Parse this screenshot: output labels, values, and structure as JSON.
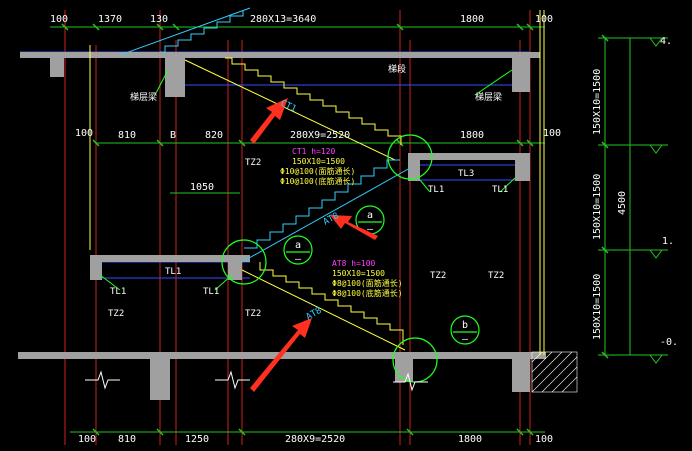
{
  "dims_top": [
    "100",
    "1370",
    "130",
    "280X13=3640",
    "1800",
    "100"
  ],
  "dims_mid": [
    "100",
    "810",
    "B",
    "820",
    "280X9=2520",
    "1800",
    "100"
  ],
  "dims_bottom": [
    "100",
    "810",
    "1250",
    "280X9=2520",
    "1800",
    "100"
  ],
  "dim_1050": "1050",
  "vertical_dims": [
    "150X10=1500",
    "150X10=1500",
    "150X10=1500",
    "4500"
  ],
  "level_marks": [
    "4.",
    "1.",
    "-0."
  ],
  "beam_labels": {
    "top_slab": "梯段",
    "left_beam": "梯层梁",
    "right_beam": "梯层梁",
    "tl1": "TL1",
    "tl3": "TL3",
    "tz2": "TZ2"
  },
  "ct1": {
    "tag": "CT1",
    "header": "CT1  h=120",
    "lines": [
      "150X10=1500",
      "Φ10@100(面筋通长)",
      "Φ10@100(底筋通长)"
    ]
  },
  "at8": {
    "tag": "AT8",
    "header": "AT8  h=100",
    "lines": [
      "150X10=1500",
      "Φ8@100(面筋通长)",
      "Φ8@100(底筋通长)"
    ]
  },
  "detail_labels": [
    "a",
    "a",
    "b"
  ],
  "detail_sub": "—"
}
